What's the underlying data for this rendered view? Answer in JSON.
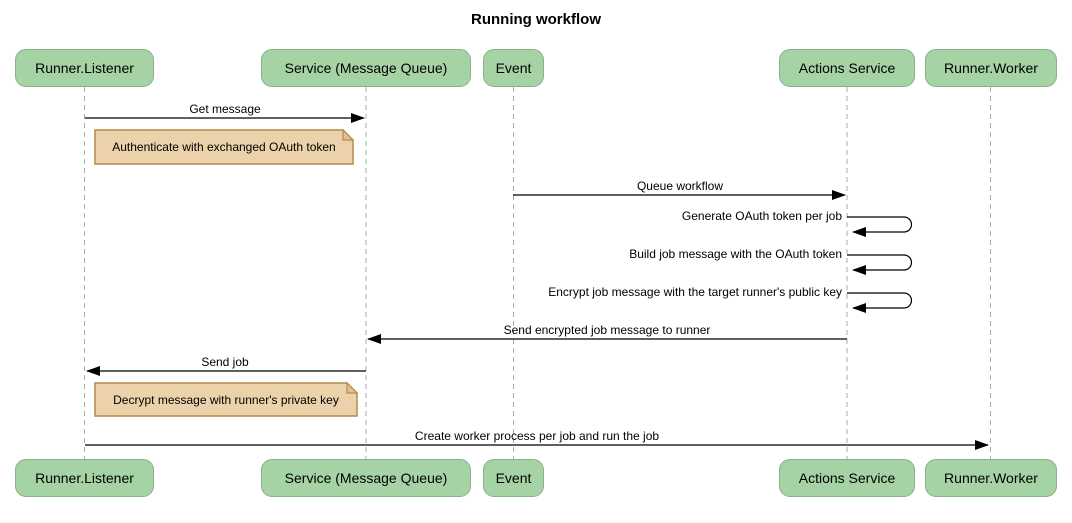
{
  "title": "Running workflow",
  "participants": [
    {
      "id": "runner-listener",
      "label": "Runner.Listener"
    },
    {
      "id": "service-message-queue",
      "label": "Service (Message Queue)"
    },
    {
      "id": "event",
      "label": "Event"
    },
    {
      "id": "actions-service",
      "label": "Actions Service"
    },
    {
      "id": "runner-worker",
      "label": "Runner.Worker"
    }
  ],
  "messages": [
    {
      "from": "Runner.Listener",
      "to": "Service (Message Queue)",
      "type": "arrow",
      "label": "Get message"
    },
    {
      "from": "Event",
      "to": "Actions Service",
      "type": "arrow",
      "label": "Queue workflow"
    },
    {
      "from": "Actions Service",
      "to": "Actions Service",
      "type": "self-loop",
      "label": "Generate OAuth token per job"
    },
    {
      "from": "Actions Service",
      "to": "Actions Service",
      "type": "self-loop",
      "label": "Build job message with the OAuth token"
    },
    {
      "from": "Actions Service",
      "to": "Actions Service",
      "type": "self-loop",
      "label": "Encrypt job message with the target runner's public key"
    },
    {
      "from": "Actions Service",
      "to": "Service (Message Queue)",
      "type": "arrow",
      "label": "Send encrypted job message to runner"
    },
    {
      "from": "Service (Message Queue)",
      "to": "Runner.Listener",
      "type": "arrow",
      "label": "Send job"
    },
    {
      "from": "Runner.Listener",
      "to": "Runner.Worker",
      "type": "arrow",
      "label": "Create worker process per job and run the job"
    }
  ],
  "notes": [
    {
      "over": "Runner.Listener",
      "label": "Authenticate with exchanged OAuth token"
    },
    {
      "over": "Runner.Listener",
      "label": "Decrypt message with runner's private key"
    }
  ],
  "colors": {
    "participant_fill": "#a6d3a6",
    "participant_border": "#88b188",
    "note_fill": "#ecd2aa",
    "note_border": "#b5894f",
    "lifeline": "#ababab",
    "arrow": "#000000",
    "text": "#000000",
    "background": "#ffffff"
  }
}
